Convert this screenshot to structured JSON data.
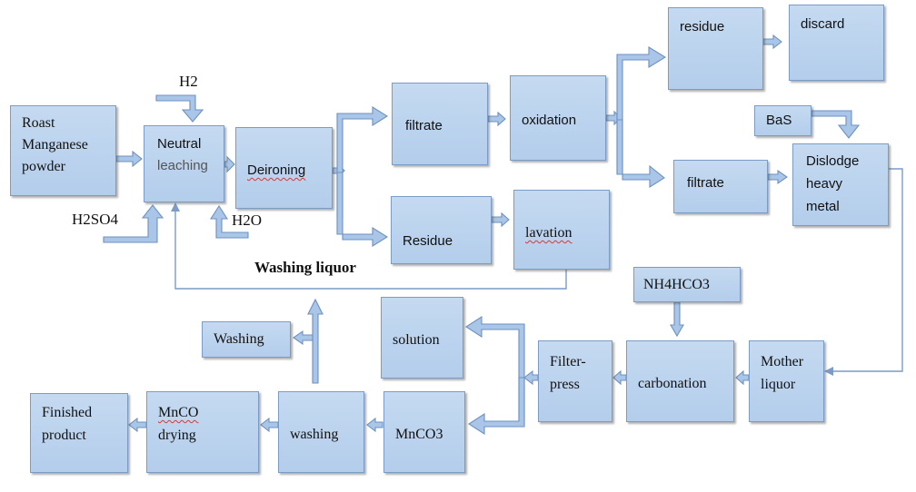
{
  "boxes": {
    "roast": [
      "Roast",
      "Manganese",
      "powder"
    ],
    "neutral": [
      "Neutral",
      "leaching"
    ],
    "deironing": "Deironing",
    "filtrate1": "filtrate",
    "residue1": "Residue",
    "oxidation": "oxidation",
    "lavation": "lavation",
    "residue2": "residue",
    "discard": "discard",
    "bas": "BaS",
    "filtrate2": "filtrate",
    "dislodge": [
      "Dislodge",
      "heavy",
      "metal"
    ],
    "nh4hco3": "NH4HCO3",
    "mother": [
      "Mother",
      "liquor"
    ],
    "carbonation": "carbonation",
    "filterpress": [
      "Filter-",
      "press"
    ],
    "solution": "solution",
    "mnco3": "MnCO3",
    "washing_box": "washing",
    "washing_small": "Washing",
    "drying": [
      "MnCO",
      "drying"
    ],
    "finished": [
      "Finished",
      "product"
    ]
  },
  "labels": {
    "h2": "H2",
    "h2so4": "H2SO4",
    "h2o": "H2O",
    "washing_liquor": "Washing liquor"
  },
  "colors": {
    "box_fill": "#c5daf1",
    "box_border": "#7a9cc6",
    "arrow_fill": "#a9c6e8",
    "arrow_stroke": "#6e91bf",
    "spellcheck": "#d43a3a"
  }
}
